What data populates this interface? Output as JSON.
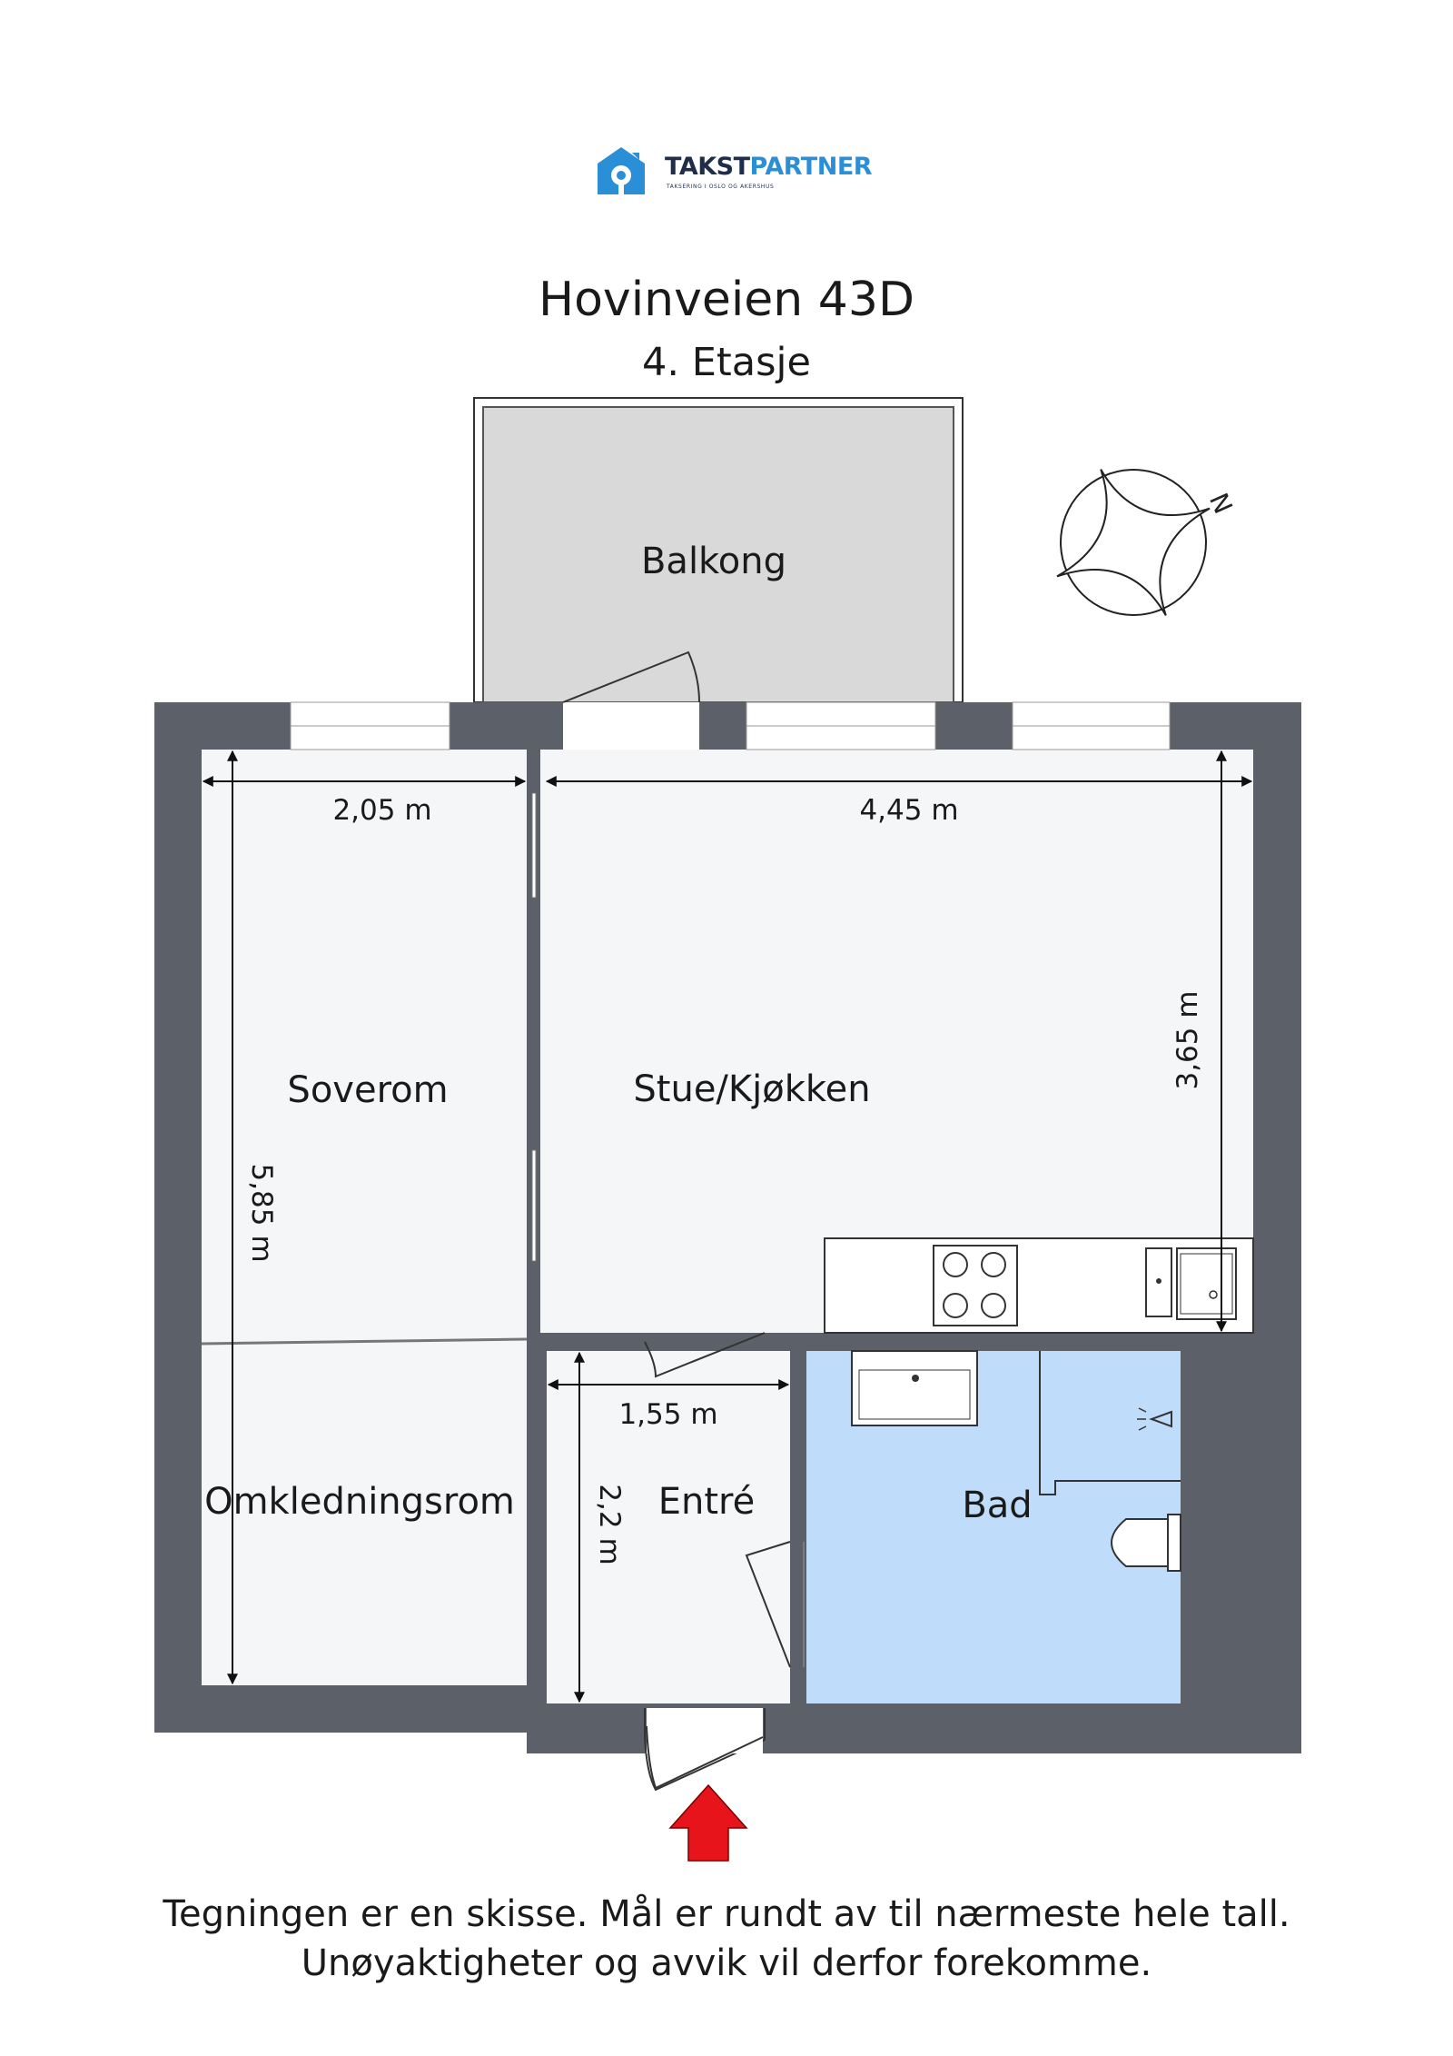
{
  "logo": {
    "name_part1": "TAKST",
    "name_part2": "PARTNER",
    "tagline": "TAKSERING I OSLO OG AKERSHUS",
    "brand_color": "#2b8fd8",
    "text_color": "#1e2d4a"
  },
  "title": "Hovinveien 43D",
  "subtitle": "4. Etasje",
  "rooms": {
    "balkong": "Balkong",
    "soverom": "Soverom",
    "stue_kjokken": "Stue/Kjøkken",
    "omkledningsrom": "Omkledningsrom",
    "entre": "Entré",
    "bad": "Bad"
  },
  "dimensions": {
    "soverom_width": "2,05 m",
    "stue_width": "4,45 m",
    "stue_depth": "3,65 m",
    "total_depth": "5,85 m",
    "entre_width": "1,55 m",
    "entre_depth": "2,2 m"
  },
  "compass_label": "N",
  "disclaimer": {
    "line1": "Tegningen er en skisse. Mål er rundt av til nærmeste hele tall.",
    "line2": "Unøyaktigheter og avvik vil derfor forekomme."
  },
  "colors": {
    "wall": "#5c6068",
    "floor": "#f5f6f8",
    "balcony": "#d9d9d9",
    "bathroom": "#bfdcfb",
    "entrance_arrow": "#e8141b"
  }
}
